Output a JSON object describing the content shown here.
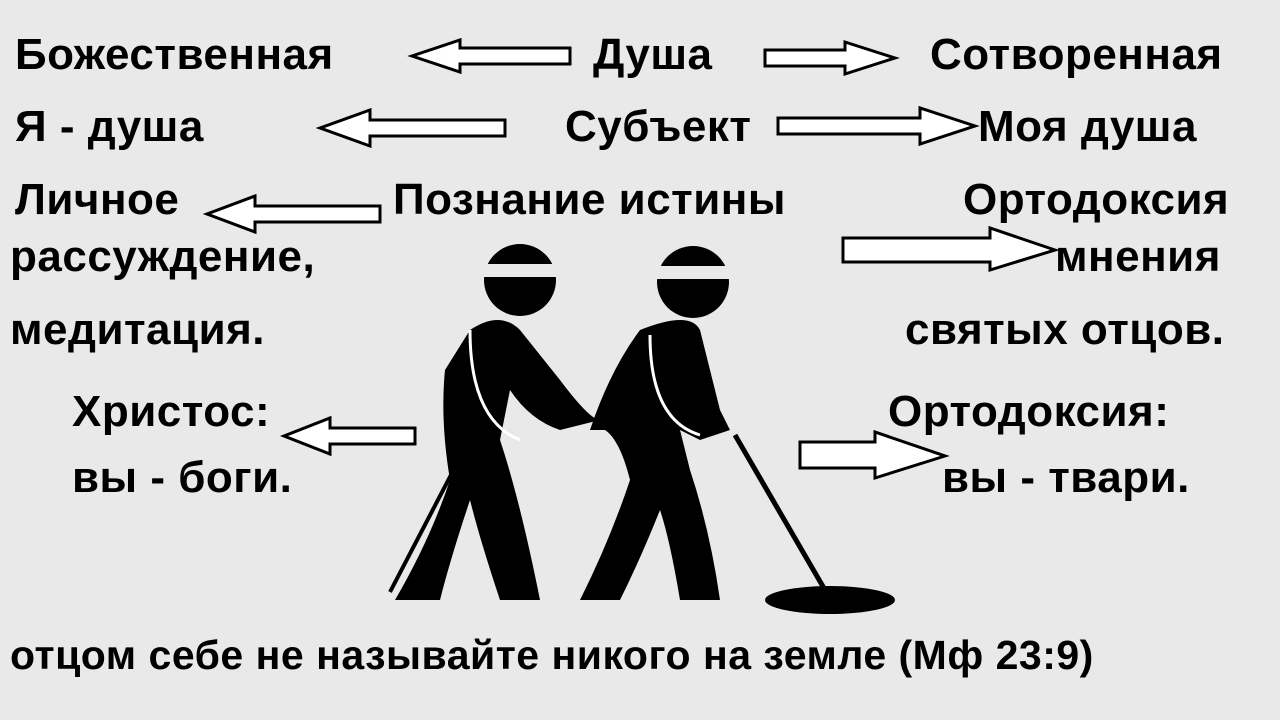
{
  "rows": {
    "r1": {
      "left": "Божественная",
      "center": "Душа",
      "right": "Сотворенная"
    },
    "r2": {
      "left": "Я - душа",
      "center": "Субъект",
      "right": "Моя душа"
    },
    "r3": {
      "left": "Личное",
      "center": "Познание истины",
      "right": "Ортодоксия"
    },
    "r4": {
      "left": "рассуждение,",
      "right": "мнения"
    },
    "r5": {
      "left": "медитация.",
      "right": "святых отцов."
    },
    "r6": {
      "left": "Христос:",
      "right": "Ортодоксия:"
    },
    "r7": {
      "left": "вы - боги.",
      "right": "вы - твари."
    }
  },
  "footer": "отцом себе не называйте никого на земле  (Мф 23:9)",
  "colors": {
    "background": "#e9e9e9",
    "ink": "#000000"
  }
}
